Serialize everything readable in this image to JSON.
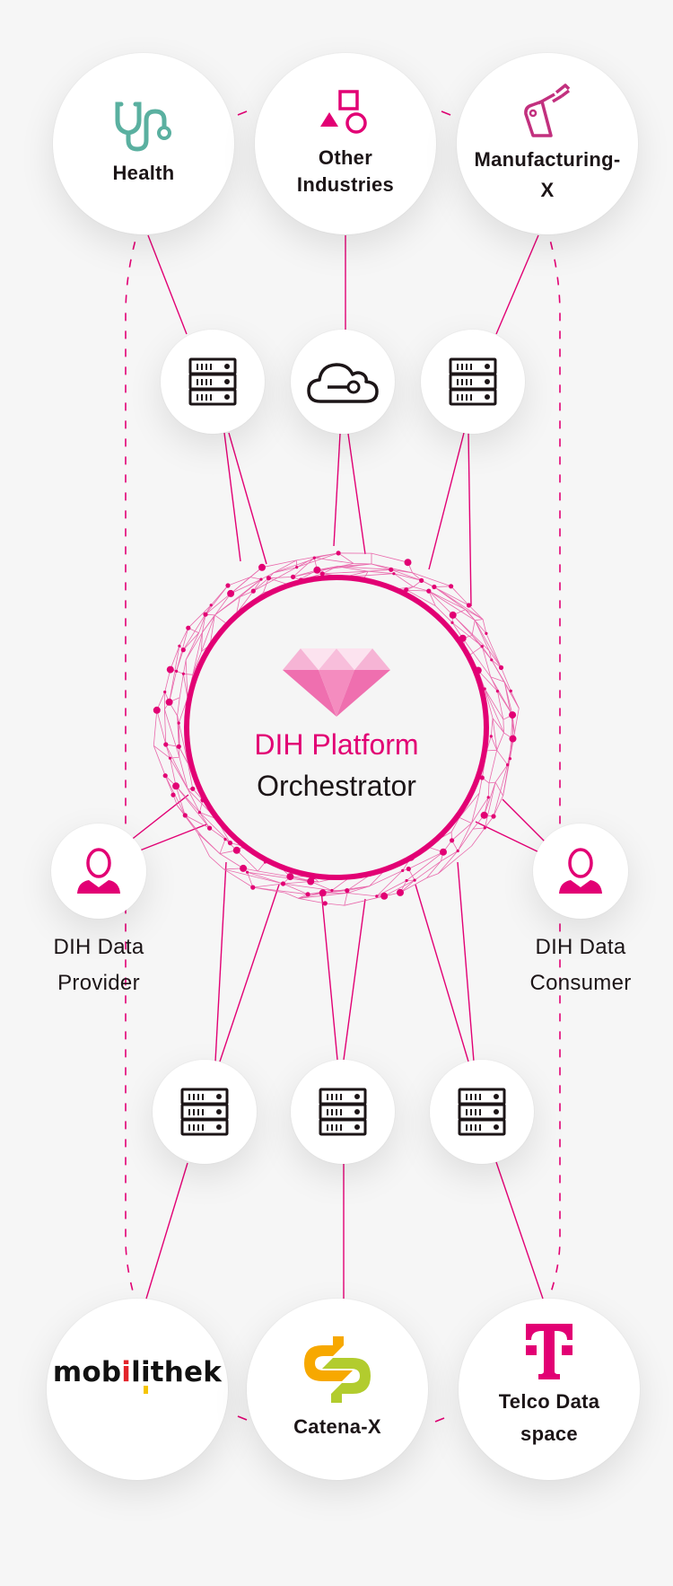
{
  "diagram": {
    "title": "DIH Platform",
    "subtitle": "Orchestrator",
    "accent_color": "#e20074",
    "industries": [
      {
        "label": "Health",
        "icon": "stethoscope-icon",
        "icon_color": "#5ab0a0"
      },
      {
        "label": "Other Industries",
        "label_lines": [
          "Other",
          "Industries"
        ],
        "icon": "shapes-icon",
        "icon_color": "#e20074"
      },
      {
        "label": "Manufacturing-X",
        "label_lines": [
          "Manufacturing-",
          "X"
        ],
        "icon": "robot-arm-icon",
        "icon_color": "#c2307e"
      }
    ],
    "upper_nodes": [
      {
        "icon": "server-icon"
      },
      {
        "icon": "cloud-connect-icon"
      },
      {
        "icon": "server-icon"
      }
    ],
    "actors": [
      {
        "label_lines": [
          "DIH Data",
          "Provider"
        ],
        "icon": "user-icon"
      },
      {
        "label_lines": [
          "DIH Data",
          "Consumer"
        ],
        "icon": "user-icon"
      }
    ],
    "lower_nodes": [
      {
        "icon": "server-icon"
      },
      {
        "icon": "server-icon"
      },
      {
        "icon": "server-icon"
      }
    ],
    "data_spaces": [
      {
        "label": "mobilithek",
        "logo_parts": [
          "mob",
          "i",
          "l",
          "i",
          "thek"
        ],
        "logo_colors": {
          "text": "#111111",
          "i_accent": "#e3242b",
          "bar": "#f5c400"
        }
      },
      {
        "label": "Catena-X",
        "logo_colors": {
          "orange": "#f7a800",
          "green": "#b2cc2e"
        }
      },
      {
        "label": "Telco Data space",
        "label_lines": [
          "Telco Data",
          "space"
        ],
        "logo": "telekom-t-logo",
        "logo_color": "#e20074"
      }
    ]
  }
}
